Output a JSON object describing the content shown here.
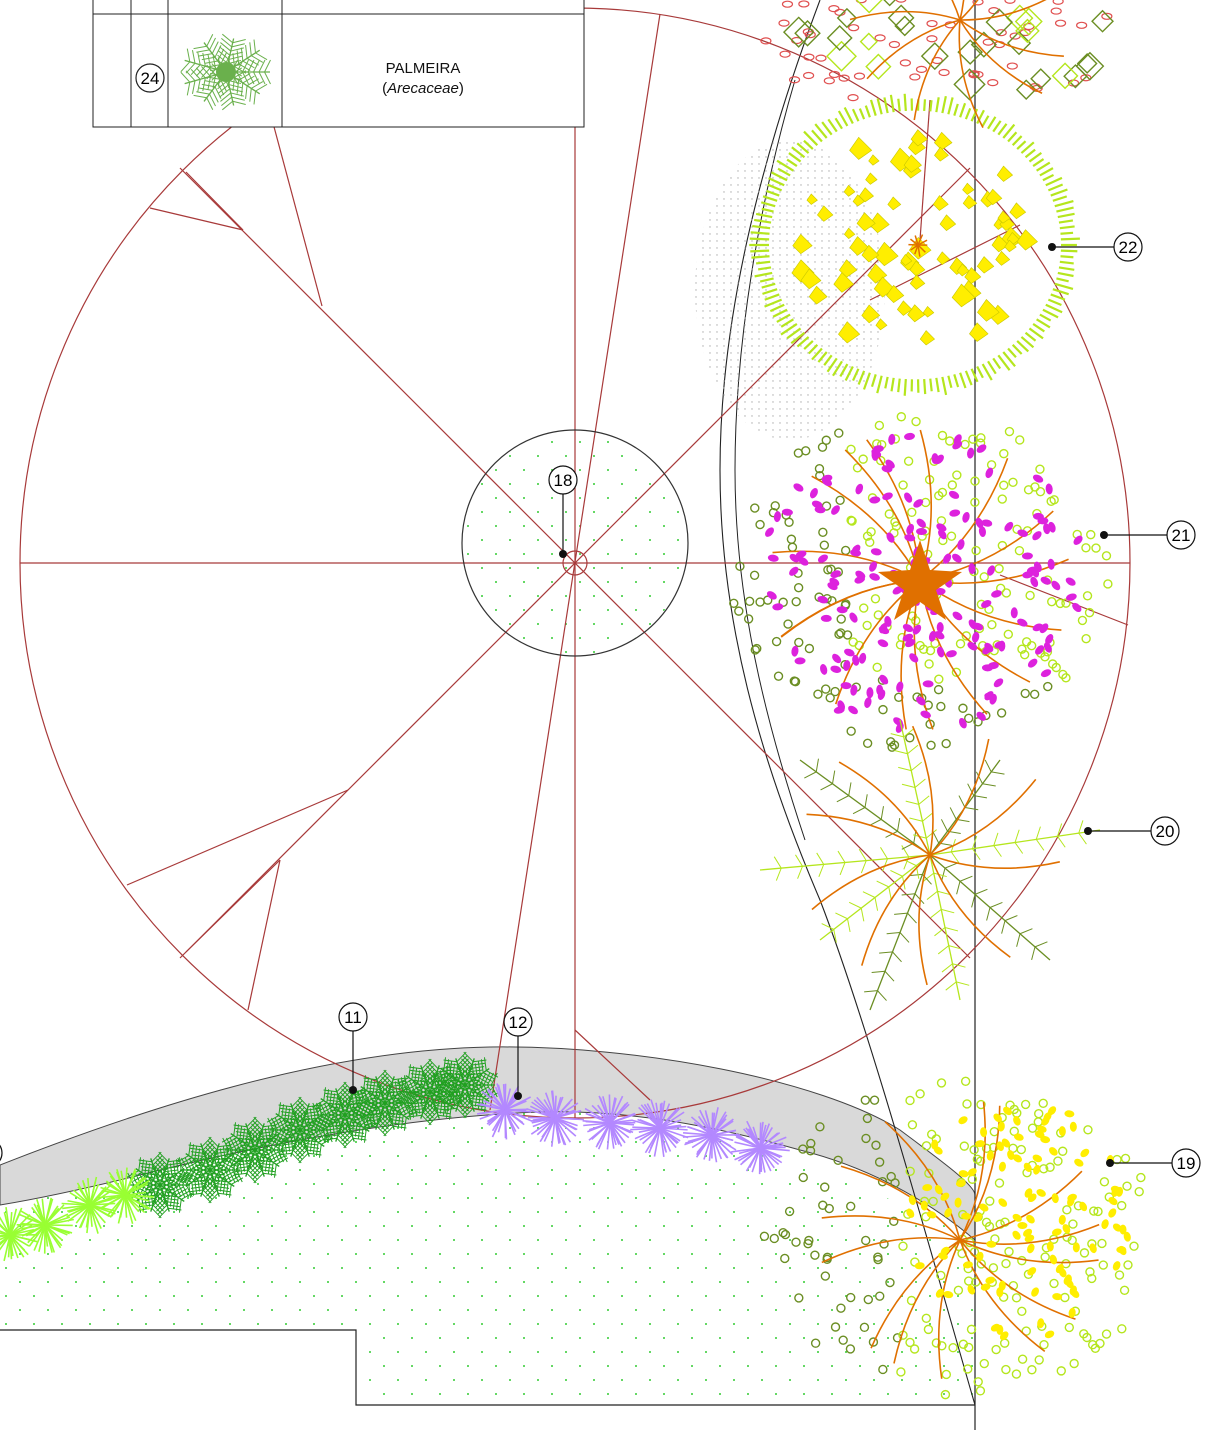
{
  "legend": {
    "number": "24",
    "common_name": "PALMEIRA",
    "scientific_name": "Arecaceae"
  },
  "tags": [
    {
      "id": "tag-11",
      "label": "11"
    },
    {
      "id": "tag-12",
      "label": "12"
    },
    {
      "id": "tag-18",
      "label": "18"
    },
    {
      "id": "tag-19",
      "label": "19"
    },
    {
      "id": "tag-20",
      "label": "20"
    },
    {
      "id": "tag-21",
      "label": "21"
    },
    {
      "id": "tag-22",
      "label": "22"
    }
  ],
  "colors": {
    "construction_lines": "#a83a3a",
    "outline": "#222222",
    "lawn_dots": "#33cc33",
    "path_fill": "#d9d9d9",
    "palm_green": "#6ab04c",
    "conifer_green": "#22a022",
    "lime": "#99ff33",
    "lavender": "#b388ff",
    "magenta": "#dd22dd",
    "yellow": "#ffee00",
    "orange_branch": "#e07000",
    "olive": "#6b8e23",
    "yellow_green": "#b5e61d"
  }
}
